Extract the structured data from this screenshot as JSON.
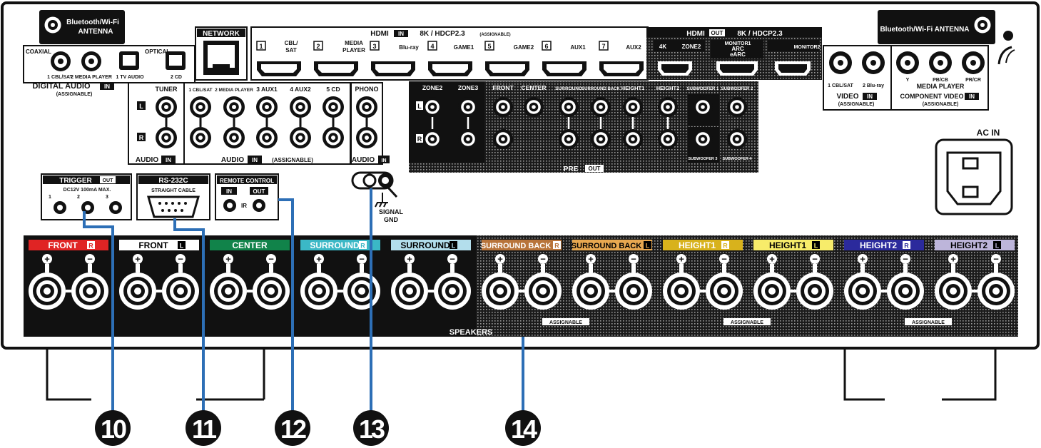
{
  "antenna_left": {
    "line1": "Bluetooth/Wi-Fi",
    "line2": "ANTENNA"
  },
  "antenna_right": {
    "label": "Bluetooth/Wi-Fi  ANTENNA"
  },
  "network": {
    "label": "NETWORK"
  },
  "hdmi_in": {
    "title": "HDMI",
    "tag": "IN",
    "spec": "8K / HDCP2.3",
    "assignable": "(ASSIGNABLE)",
    "inputs": [
      {
        "num": "1",
        "name": "CBL/",
        "name2": "SAT"
      },
      {
        "num": "2",
        "name": "MEDIA",
        "name2": "PLAYER"
      },
      {
        "num": "3",
        "name": "Blu-ray",
        "name2": ""
      },
      {
        "num": "4",
        "name": "GAME1",
        "name2": ""
      },
      {
        "num": "5",
        "name": "GAME2",
        "name2": ""
      },
      {
        "num": "6",
        "name": "AUX1",
        "name2": ""
      },
      {
        "num": "7",
        "name": "AUX2",
        "name2": ""
      }
    ]
  },
  "hdmi_out": {
    "title": "HDMI",
    "tag": "OUT",
    "spec": "8K / HDCP2.3",
    "ports": [
      "4K",
      "ZONE2",
      "MONITOR1",
      "ARC",
      "eARC",
      "MONITOR2"
    ]
  },
  "digital_audio": {
    "coaxial": "COAXIAL",
    "optical": "OPTICAL",
    "p1": "1 CBL/SAT",
    "p2": "2 MEDIA PLAYER",
    "p3": "1 TV AUDIO",
    "p4": "2 CD",
    "title": "DIGITAL AUDIO",
    "tag": "IN",
    "assignable": "(ASSIGNABLE)"
  },
  "analog_audio": {
    "tuner": "TUNER",
    "inputs": [
      "1 CBL/SAT",
      "2 MEDIA PLAYER",
      "3 AUX1",
      "4 AUX2",
      "5 CD"
    ],
    "phono": "PHONO",
    "l": "L",
    "r": "R",
    "title": "AUDIO",
    "tag": "IN",
    "assignable": "(ASSIGNABLE)"
  },
  "pre_out": {
    "labels": [
      "ZONE2",
      "ZONE3",
      "FRONT",
      "CENTER",
      "SURROUND",
      "SURROUND BACK",
      "HEIGHT1",
      "HEIGHT2",
      "SUBWOOFER 1",
      "SUBWOOFER 2",
      "SUBWOOFER 3",
      "SUBWOOFER 4"
    ],
    "title": "PRE",
    "tag": "OUT"
  },
  "video": {
    "p1": "1 CBL/SAT",
    "p2": "2 Blu-ray",
    "title": "VIDEO",
    "tag": "IN",
    "assignable": "(ASSIGNABLE)"
  },
  "component": {
    "y": "Y",
    "pb": "PB/CB",
    "pr": "PR/CR",
    "media": "MEDIA PLAYER",
    "title": "COMPONENT VIDEO",
    "tag": "IN",
    "assignable": "(ASSIGNABLE)"
  },
  "ac_in": {
    "label": "AC IN"
  },
  "trigger": {
    "title": "TRIGGER",
    "tag": "OUT",
    "spec": "DC12V 100mA MAX.",
    "n1": "1",
    "n2": "2",
    "n3": "3"
  },
  "rs232": {
    "title": "RS-232C",
    "sub": "STRAIGHT CABLE"
  },
  "remote": {
    "title": "REMOTE CONTROL",
    "in": "IN",
    "out": "OUT",
    "ir": "IR"
  },
  "signal_gnd": {
    "line1": "SIGNAL",
    "line2": "GND"
  },
  "speakers": {
    "title": "SPEAKERS",
    "assignable": "ASSIGNABLE",
    "channels": [
      {
        "name": "FRONT",
        "side": "R",
        "color": "#e02424",
        "text": "#ffffff"
      },
      {
        "name": "FRONT",
        "side": "L",
        "color": "#ffffff",
        "text": "#000000"
      },
      {
        "name": "CENTER",
        "side": "",
        "color": "#11834a",
        "text": "#ffffff"
      },
      {
        "name": "SURROUND",
        "side": "R",
        "color": "#3bb8c6",
        "text": "#ffffff"
      },
      {
        "name": "SURROUND",
        "side": "L",
        "color": "#b3deec",
        "text": "#000000"
      },
      {
        "name": "SURROUND BACK",
        "side": "R",
        "color": "#b8743a",
        "text": "#ffffff"
      },
      {
        "name": "SURROUND BACK",
        "side": "L",
        "color": "#e8a850",
        "text": "#000000"
      },
      {
        "name": "HEIGHT1",
        "side": "R",
        "color": "#d8b21c",
        "text": "#ffffff"
      },
      {
        "name": "HEIGHT1",
        "side": "L",
        "color": "#f7ec6a",
        "text": "#000000"
      },
      {
        "name": "HEIGHT2",
        "side": "R",
        "color": "#2b2a9c",
        "text": "#ffffff"
      },
      {
        "name": "HEIGHT2",
        "side": "L",
        "color": "#bdb5da",
        "text": "#000000"
      }
    ]
  },
  "callouts": [
    {
      "num": "10",
      "target": "trigger"
    },
    {
      "num": "11",
      "target": "rs232"
    },
    {
      "num": "12",
      "target": "remote"
    },
    {
      "num": "13",
      "target": "signal_gnd"
    },
    {
      "num": "14",
      "target": "speakers"
    }
  ],
  "colors": {
    "callout_line": "#2d6fb6",
    "panel_dark": "#1a1a1a"
  }
}
